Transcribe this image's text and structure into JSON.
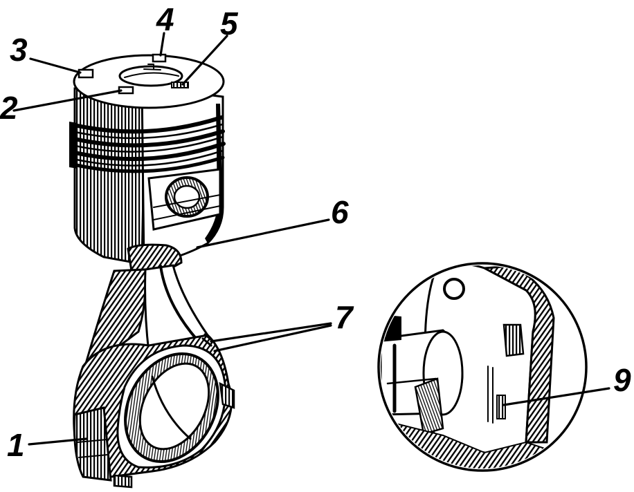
{
  "figure": {
    "callouts": [
      {
        "id": "1",
        "label": "1",
        "part": "connecting-rod-bearing-cap"
      },
      {
        "id": "2",
        "label": "2",
        "part": "piston-crown-mark"
      },
      {
        "id": "3",
        "label": "3",
        "part": "piston-crown-mark"
      },
      {
        "id": "4",
        "label": "4",
        "part": "piston-crown-mark"
      },
      {
        "id": "5",
        "label": "5",
        "part": "piston-crown-mark"
      },
      {
        "id": "6",
        "label": "6",
        "part": "piston-pin-boss"
      },
      {
        "id": "7",
        "label": "7",
        "part": "connecting-rod-big-end-marks"
      },
      {
        "id": "9",
        "label": "9",
        "part": "crankshaft-web-mark"
      }
    ],
    "ink_color": "#000000",
    "paper_color": "#ffffff"
  }
}
